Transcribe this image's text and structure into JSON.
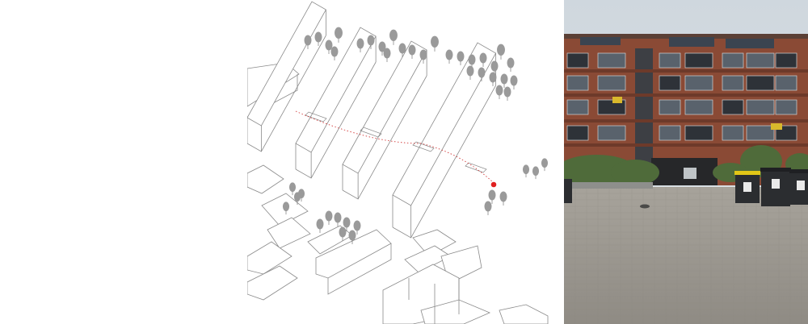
{
  "figure": {
    "left_panel": {
      "content": "blank"
    },
    "diagram": {
      "type": "axonometric-site-plan",
      "line_color": "#8a8a8a",
      "tree_color": "#9a9a9a",
      "path_color": "#d23a3a",
      "marker_color": "#e02020",
      "building_count": 4,
      "has_dashed_route": true,
      "has_location_marker": true
    },
    "photo": {
      "subject": "apartment-block-courtyard",
      "facade_color": "#8a4a35",
      "sky_color": "#dfe3e6",
      "pavement_color": "#a9a49c",
      "hedge_color": "#4f6b3a",
      "bin_color": "#2b2d30",
      "bin_lid_color": "#e2c617"
    }
  }
}
